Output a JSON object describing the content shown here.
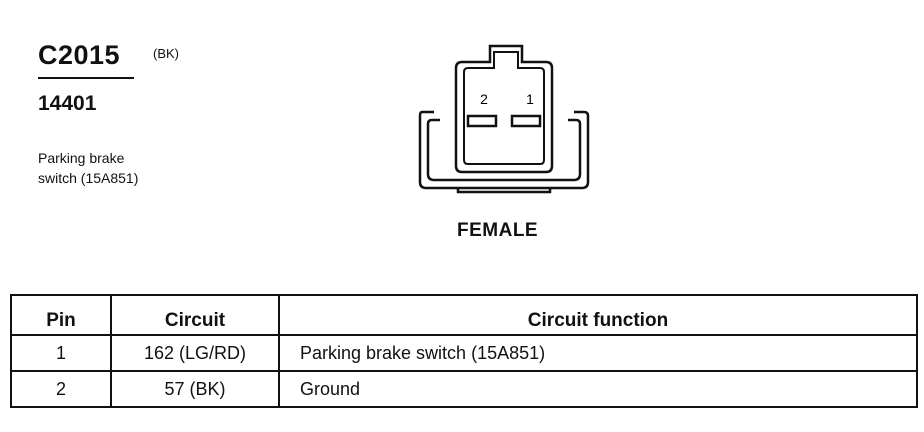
{
  "connector": {
    "id": "C2015",
    "color": "(BK)",
    "part_number": "14401",
    "component_line1": "Parking brake",
    "component_line2": "switch (15A851)"
  },
  "diagram": {
    "pin_labels": [
      "2",
      "1"
    ],
    "gender": "FEMALE"
  },
  "table": {
    "headers": [
      "Pin",
      "Circuit",
      "Circuit function"
    ],
    "rows": [
      {
        "pin": "1",
        "circuit": "162 (LG/RD)",
        "function": "Parking brake switch (15A851)"
      },
      {
        "pin": "2",
        "circuit": "57 (BK)",
        "function": "Ground"
      }
    ]
  }
}
